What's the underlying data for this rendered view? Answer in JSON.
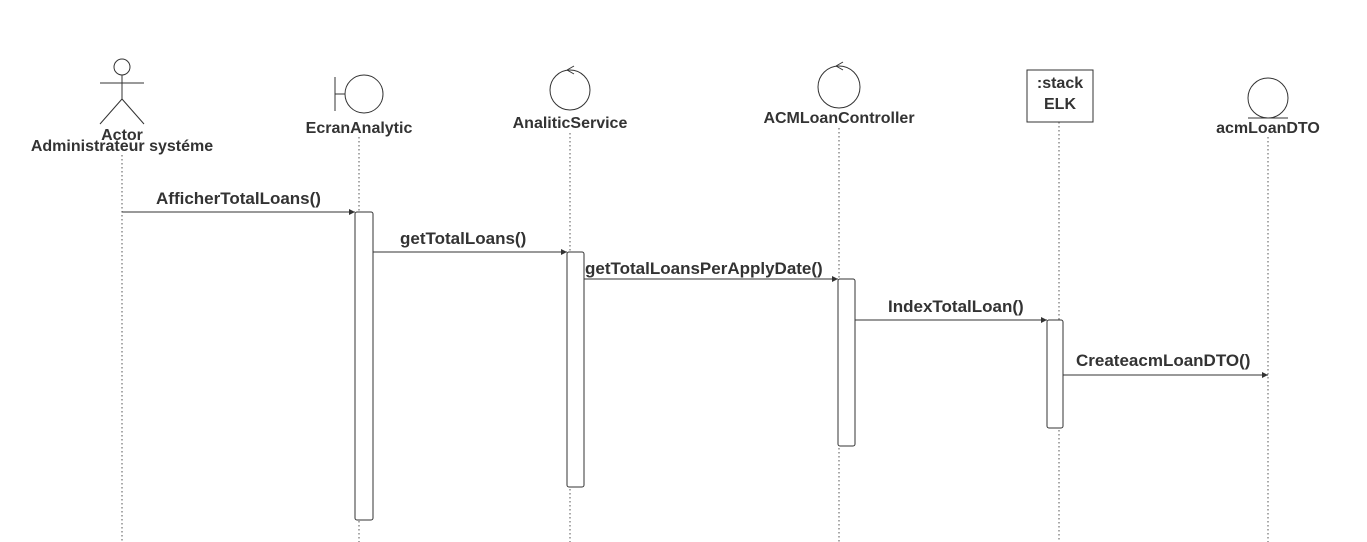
{
  "diagram": {
    "type": "sequence",
    "participants": [
      {
        "id": "actor",
        "kind": "actor",
        "label_line1": "Actor",
        "label_line2": "Administrateur systéme"
      },
      {
        "id": "ecran",
        "kind": "boundary",
        "label": "EcranAnalytic"
      },
      {
        "id": "service",
        "kind": "control",
        "label": "AnaliticService"
      },
      {
        "id": "controller",
        "kind": "control",
        "label": "ACMLoanController"
      },
      {
        "id": "elk",
        "kind": "box",
        "label_line1": ":stack",
        "label_line2": "ELK"
      },
      {
        "id": "dto",
        "kind": "entity",
        "label": "acmLoanDTO"
      }
    ],
    "messages": [
      {
        "from": "actor",
        "to": "ecran",
        "label": "AfficherTotalLoans()"
      },
      {
        "from": "ecran",
        "to": "service",
        "label": "getTotalLoans()"
      },
      {
        "from": "service",
        "to": "controller",
        "label": "getTotalLoansPerApplyDate()"
      },
      {
        "from": "controller",
        "to": "elk",
        "label": "IndexTotalLoan()"
      },
      {
        "from": "elk",
        "to": "dto",
        "label": "CreateacmLoanDTO()"
      }
    ]
  }
}
